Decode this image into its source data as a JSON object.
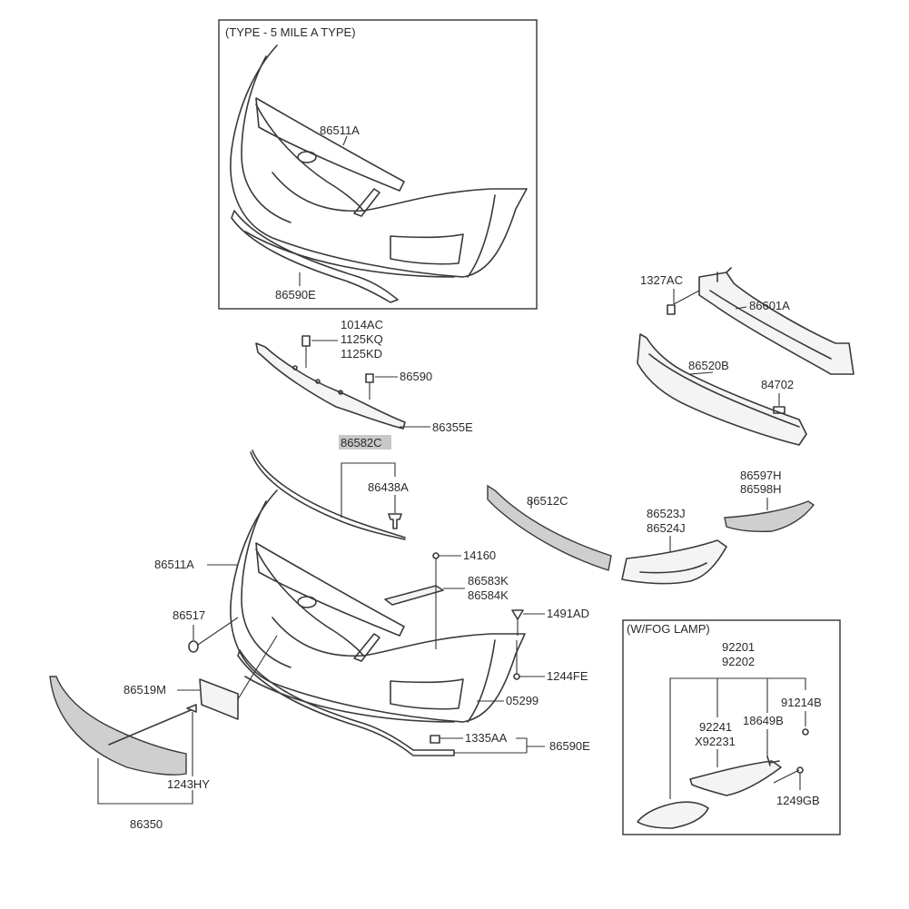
{
  "boxes": {
    "five_mile_type": "(TYPE - 5 MILE A TYPE)",
    "fog_lamp": "(W/FOG LAMP)"
  },
  "labels": {
    "top_86511A": "86511A",
    "top_86590E": "86590E",
    "p1327AC": "1327AC",
    "p86601A": "86601A",
    "p86520B": "86520B",
    "p84702": "84702",
    "p1014AC": "1014AC",
    "p1125KQ": "1125KQ",
    "p1125KD": "1125KD",
    "p86590": "86590",
    "p86355E": "86355E",
    "p86582C": "86582C",
    "p86438A": "86438A",
    "p86512C": "86512C",
    "p86597H": "86597H",
    "p86598H": "86598H",
    "p86523J": "86523J",
    "p86524J": "86524J",
    "p86511A": "86511A",
    "p14160": "14160",
    "p86583K": "86583K",
    "p86584K": "86584K",
    "p86517": "86517",
    "p1491AD": "1491AD",
    "p1244FE": "1244FE",
    "p86519M": "86519M",
    "p05299": "05299",
    "p1335AA": "1335AA",
    "p86590E": "86590E",
    "p1243HY": "1243HY",
    "p86350": "86350",
    "p92201": "92201",
    "p92202": "92202",
    "p92241": "92241",
    "pX92231": "X92231",
    "p18649B": "18649B",
    "p91214B": "91214B",
    "p1249GB": "1249GB"
  }
}
